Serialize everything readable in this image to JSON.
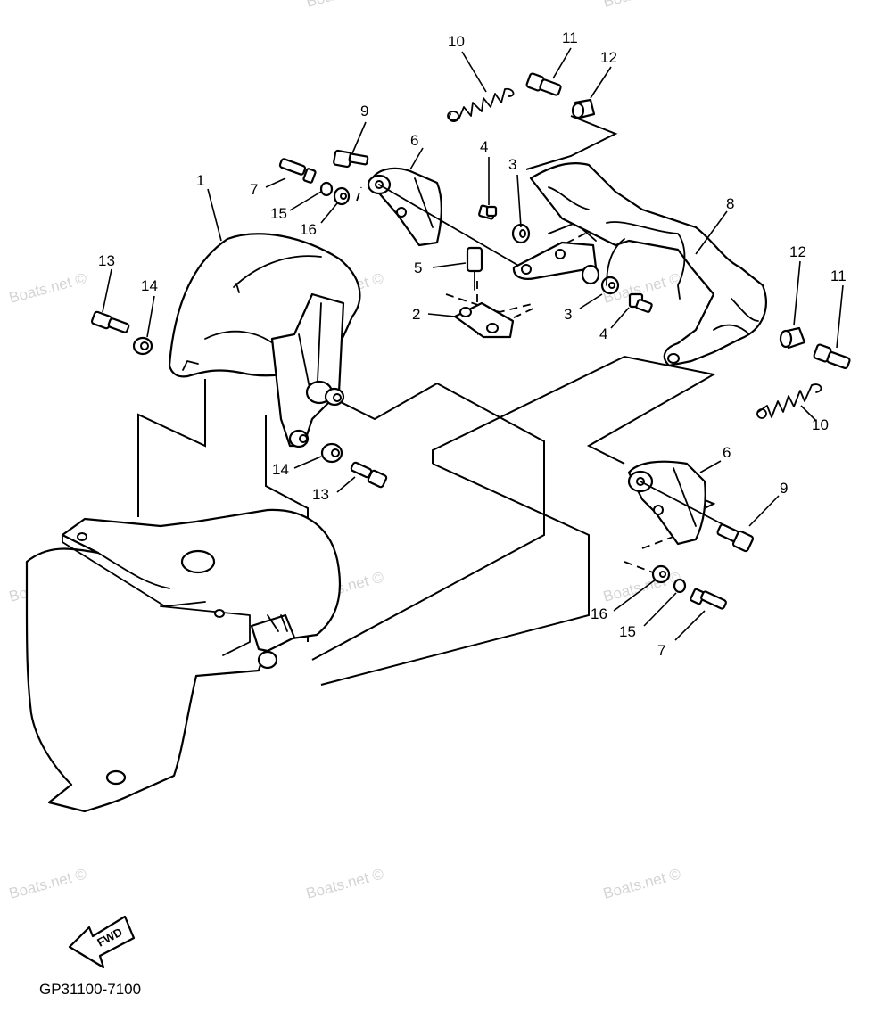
{
  "diagram": {
    "code": "GP31100-7100",
    "arrow_label": "FWD",
    "watermark": "Boats.net ©",
    "callouts": [
      {
        "id": "c1",
        "text": "1"
      },
      {
        "id": "c2",
        "text": "2"
      },
      {
        "id": "c3a",
        "text": "3"
      },
      {
        "id": "c3b",
        "text": "3"
      },
      {
        "id": "c4a",
        "text": "4"
      },
      {
        "id": "c4b",
        "text": "4"
      },
      {
        "id": "c5",
        "text": "5"
      },
      {
        "id": "c6a",
        "text": "6"
      },
      {
        "id": "c6b",
        "text": "6"
      },
      {
        "id": "c7a",
        "text": "7"
      },
      {
        "id": "c7b",
        "text": "7"
      },
      {
        "id": "c8",
        "text": "8"
      },
      {
        "id": "c9a",
        "text": "9"
      },
      {
        "id": "c9b",
        "text": "9"
      },
      {
        "id": "c10a",
        "text": "10"
      },
      {
        "id": "c10b",
        "text": "10"
      },
      {
        "id": "c11a",
        "text": "11"
      },
      {
        "id": "c11b",
        "text": "11"
      },
      {
        "id": "c12a",
        "text": "12"
      },
      {
        "id": "c12b",
        "text": "12"
      },
      {
        "id": "c13a",
        "text": "13"
      },
      {
        "id": "c13b",
        "text": "13"
      },
      {
        "id": "c14a",
        "text": "14"
      },
      {
        "id": "c14b",
        "text": "14"
      },
      {
        "id": "c15a",
        "text": "15"
      },
      {
        "id": "c15b",
        "text": "15"
      },
      {
        "id": "c16a",
        "text": "16"
      },
      {
        "id": "c16b",
        "text": "16"
      }
    ]
  }
}
